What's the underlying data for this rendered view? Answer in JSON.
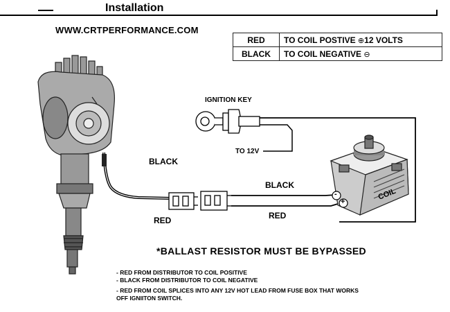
{
  "header": {
    "title": "Installation"
  },
  "website": "WWW.CRTPERFORMANCE.COM",
  "legend": [
    {
      "wire": "RED",
      "desc": "TO COIL POSTIVE",
      "symbol": "⊕",
      "extra": "12 VOLTS"
    },
    {
      "wire": "BLACK",
      "desc": "TO COIL NEGATIVE",
      "symbol": "⊖",
      "extra": ""
    }
  ],
  "labels": {
    "ignition_key": "IGNITION KEY",
    "to_12v": "TO 12V",
    "black_left": "BLACK",
    "red_left": "RED",
    "black_right": "BLACK",
    "red_right": "RED",
    "coil": "COIL",
    "minus": "-",
    "plus": "+"
  },
  "ballast": "*BALLAST RESISTOR MUST BE BYPASSED",
  "notes": [
    "- RED FROM DISTRIBUTOR TO COIL POSITIVE",
    "- BLACK FROM DISTRIBUTOR TO COIL NEGATIVE",
    "- RED FROM COIL SPLICES INTO ANY 12V HOT LEAD FROM FUSE BOX THAT WORKS",
    "OFF IGNIITON SWITCH."
  ]
}
